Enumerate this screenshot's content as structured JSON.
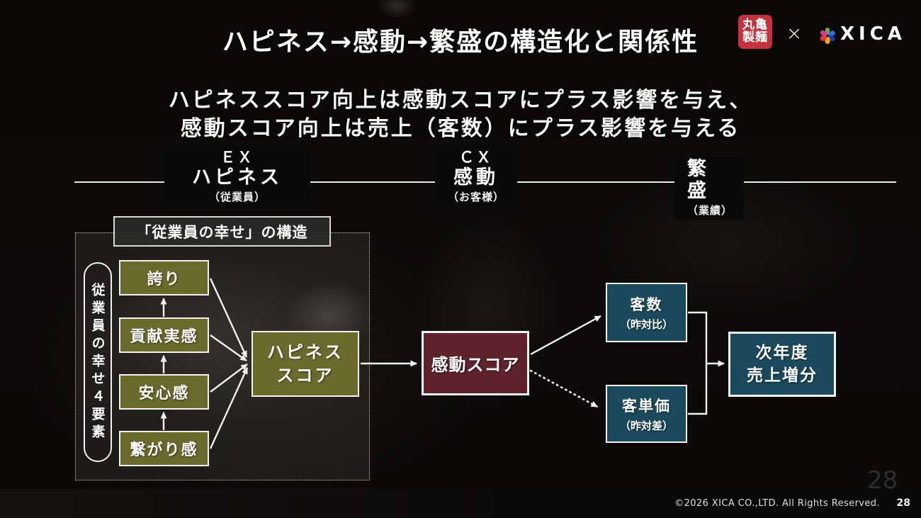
{
  "slide": {
    "title": "ハピネス→感動→繁盛の構造化と関係性",
    "subtitle1": "ハピネススコア向上は感動スコアにプラス影響を与え、",
    "subtitle2": "感動スコア向上は売上（客数）にプラス影響を与える"
  },
  "logos": {
    "marugame": {
      "line1": "丸亀",
      "line2": "製麺",
      "bg_color": "#c4333d"
    },
    "separator": "×",
    "xica": {
      "text": "XICA",
      "petal_colors": [
        "#5cb53c",
        "#2e6fe0",
        "#1b3fae",
        "#f5a21b",
        "#e23a3a",
        "#e0368c"
      ]
    }
  },
  "headers": {
    "ex": {
      "tag": "ＥＸ",
      "title": "ハピネス",
      "sub": "（従業員）"
    },
    "cx": {
      "tag": "ＣＸ",
      "title": "感動",
      "sub": "（お客様）"
    },
    "hanjo": {
      "title": "繁盛",
      "sub": "（業績）"
    }
  },
  "ex_panel": {
    "label": "「従業員の幸せ」の構造",
    "capsule": "従業員の幸せ４要素",
    "factors": [
      "誇り",
      "貢献実感",
      "安心感",
      "繋がり感"
    ],
    "score": {
      "line1": "ハピネス",
      "line2": "スコア"
    }
  },
  "cx_box": {
    "label": "感動スコア"
  },
  "outcome": {
    "customers": {
      "line1": "客数",
      "line2": "（昨対比）"
    },
    "spend": {
      "line1": "客単価",
      "line2": "（昨対差）"
    },
    "result": {
      "line1": "次年度",
      "line2": "売上増分"
    }
  },
  "footer": {
    "copyright": "©2026 XICA CO.,LTD. All Rights Reserved.",
    "page": "28",
    "ghost_page": "28"
  },
  "colors": {
    "olive": "#6a6a2d",
    "maroon": "#5e232d",
    "teal": "#1a4a5c"
  }
}
